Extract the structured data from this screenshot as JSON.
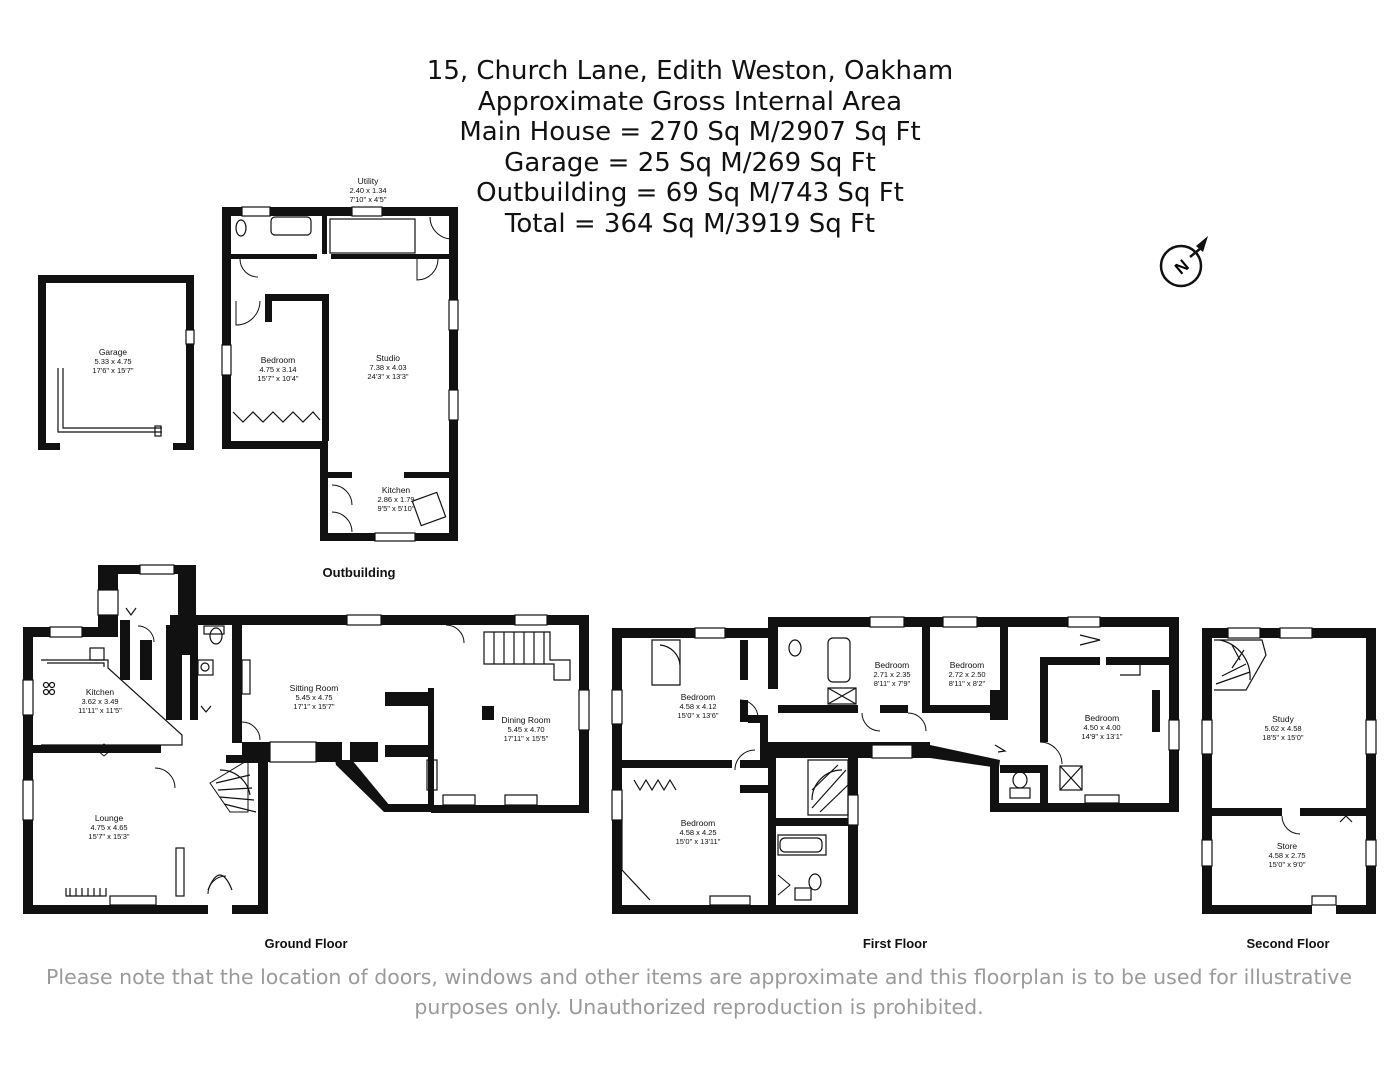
{
  "header": {
    "address": "15, Church Lane, Edith Weston, Oakham",
    "area_title": "Approximate Gross Internal Area",
    "main_house": "Main House = 270 Sq M/2907 Sq Ft",
    "garage": "Garage = 25 Sq M/269 Sq Ft",
    "outbuilding": "Outbuilding = 69 Sq M/743 Sq Ft",
    "total": "Total = 364 Sq M/3919 Sq Ft"
  },
  "compass": {
    "label": "N",
    "icon": "north-arrow-icon"
  },
  "outbuilding": {
    "label": "Outbuilding",
    "garage": {
      "name": "Garage",
      "metric": "5.33 x 4.75",
      "imperial": "17'6\" x 15'7\""
    },
    "utility": {
      "name": "Utility",
      "metric": "2.40 x 1.34",
      "imperial": "7'10\" x 4'5\""
    },
    "bedroom": {
      "name": "Bedroom",
      "metric": "4.75 x 3.14",
      "imperial": "15'7\" x 10'4\""
    },
    "studio": {
      "name": "Studio",
      "metric": "7.38 x 4.03",
      "imperial": "24'3\" x 13'3\""
    },
    "kitchen": {
      "name": "Kitchen",
      "metric": "2.86 x 1.79",
      "imperial": "9'5\" x 5'10\""
    }
  },
  "ground_floor": {
    "label": "Ground Floor",
    "kitchen": {
      "name": "Kitchen",
      "metric": "3.62 x 3.49",
      "imperial": "11'11\" x 11'5\""
    },
    "lounge": {
      "name": "Lounge",
      "metric": "4.75 x 4.65",
      "imperial": "15'7\" x 15'3\""
    },
    "sitting_room": {
      "name": "Sitting Room",
      "metric": "5.45 x 4.75",
      "imperial": "17'1\" x 15'7\""
    },
    "dining_room": {
      "name": "Dining Room",
      "metric": "5.45 x 4.70",
      "imperial": "17'11\" x 15'5\""
    }
  },
  "first_floor": {
    "label": "First Floor",
    "bedroom_a": {
      "name": "Bedroom",
      "metric": "4.58 x 4.12",
      "imperial": "15'0\" x 13'6\""
    },
    "bedroom_b": {
      "name": "Bedroom",
      "metric": "4.58 x 4.25",
      "imperial": "15'0\" x 13'11\""
    },
    "bedroom_c": {
      "name": "Bedroom",
      "metric": "2.71 x 2.35",
      "imperial": "8'11\" x 7'9\""
    },
    "bedroom_d": {
      "name": "Bedroom",
      "metric": "2.72 x 2.50",
      "imperial": "8'11\" x 8'2\""
    },
    "bedroom_e": {
      "name": "Bedroom",
      "metric": "4.50 x 4.00",
      "imperial": "14'9\" x 13'1\""
    }
  },
  "second_floor": {
    "label": "Second Floor",
    "study": {
      "name": "Study",
      "metric": "5.62 x 4.58",
      "imperial": "18'5\" x 15'0\""
    },
    "store": {
      "name": "Store",
      "metric": "4.58 x 2.75",
      "imperial": "15'0\" x 9'0\""
    }
  },
  "disclaimer": "Please note that the location of doors, windows and other items are approximate and this floorplan is to be used for illustrative purposes only. Unauthorized reproduction is prohibited."
}
